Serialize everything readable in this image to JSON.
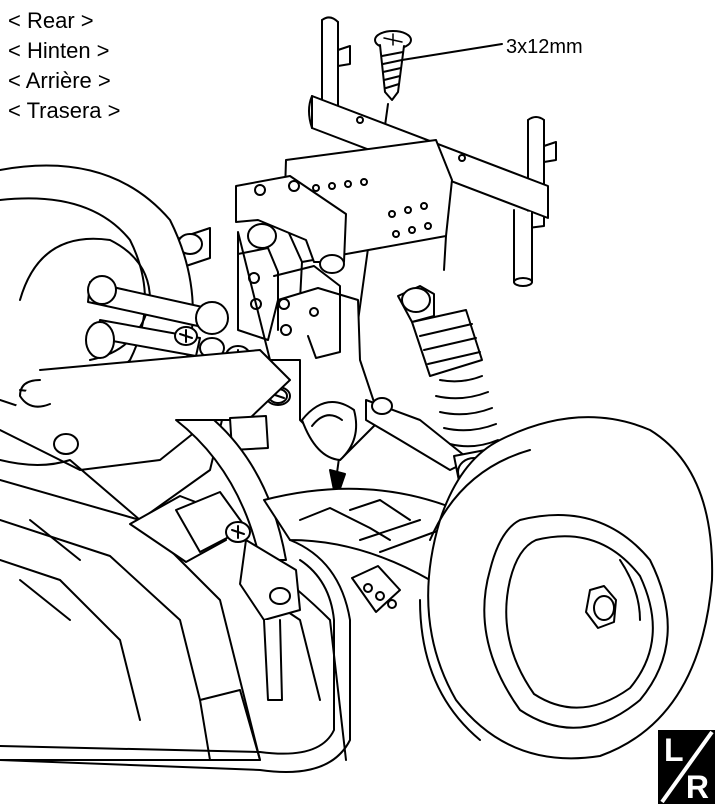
{
  "labels": [
    "< Rear >",
    "< Hinten >",
    "< Arrière >",
    "< Trasera >"
  ],
  "screw": {
    "label": "3x12mm"
  },
  "badge": {
    "left": "L",
    "right": "R"
  },
  "colors": {
    "line": "#000000",
    "fill": "#ffffff"
  }
}
